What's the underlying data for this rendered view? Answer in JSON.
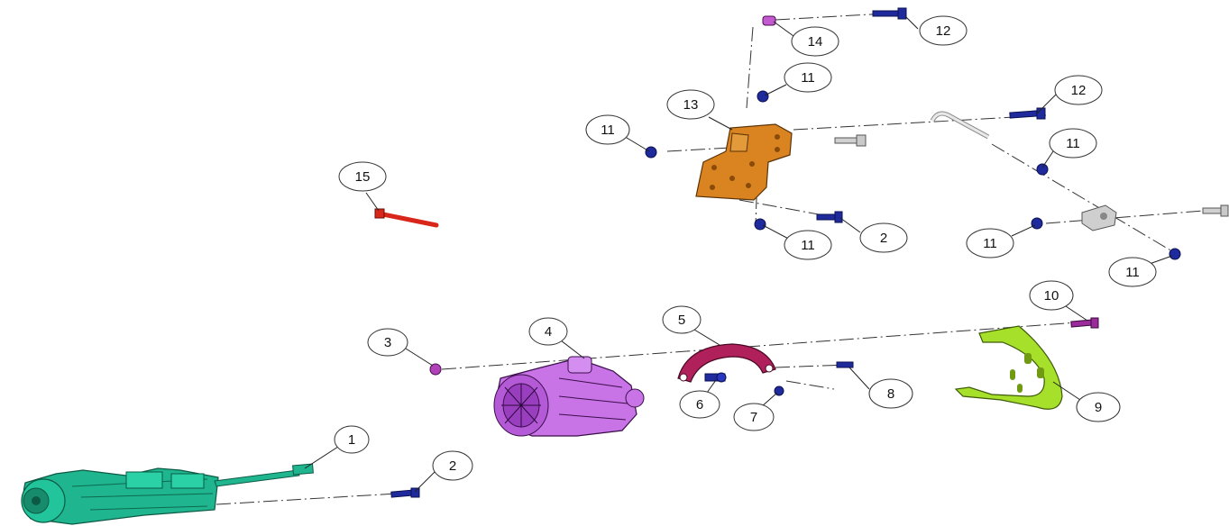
{
  "callouts": {
    "c1": "1",
    "c2a": "2",
    "c2b": "2",
    "c3": "3",
    "c4": "4",
    "c5": "5",
    "c6": "6",
    "c7": "7",
    "c8": "8",
    "c9": "9",
    "c10": "10",
    "c11a": "11",
    "c11b": "11",
    "c11c": "11",
    "c11d": "11",
    "c11e": "11",
    "c11f": "11",
    "c12a": "12",
    "c12b": "12",
    "c13": "13",
    "c14": "14",
    "c15": "15"
  },
  "colors": {
    "starter": "#1fb58f",
    "alternator": "#c873e6",
    "adjust_strap": "#b0205a",
    "belt_guard": "#a6e02a",
    "mount_bracket": "#d98420",
    "long_bolt": "#d8261a",
    "fastener": "#1f2a9c",
    "fastener_purple": "#9b2a9a",
    "hardware": "#c9c9c9"
  }
}
